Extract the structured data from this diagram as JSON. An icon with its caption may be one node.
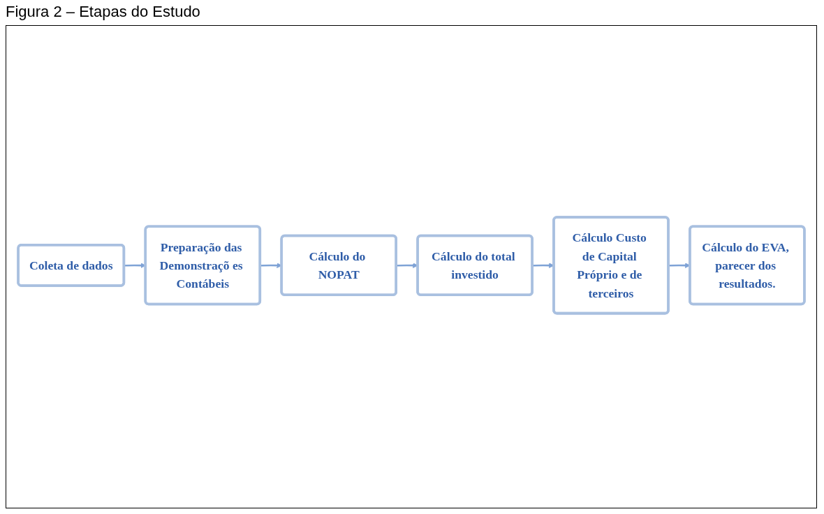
{
  "diagram": {
    "title": "Figura 2 – Etapas do Estudo",
    "nodes": [
      {
        "text": [
          "Coleta de dados"
        ]
      },
      {
        "text": [
          "Preparação das Demonstraçõ es Contábeis"
        ]
      },
      {
        "text": [
          "Cálculo do NOPAT"
        ]
      },
      {
        "text": [
          "Cálculo do total investido"
        ]
      },
      {
        "text": [
          "Cálculo Custo de Capital Próprio e de terceiros"
        ]
      },
      {
        "text": [
          "Cálculo do EVA, parecer dos resultados."
        ]
      }
    ],
    "edges": [
      {
        "from": 0,
        "to": 1,
        "arrow": "to"
      },
      {
        "from": 1,
        "to": 2,
        "arrow": "to"
      },
      {
        "from": 2,
        "to": 3,
        "arrow": "to"
      },
      {
        "from": 3,
        "to": 4,
        "arrow": "to"
      },
      {
        "from": 4,
        "to": 5,
        "arrow": "to"
      }
    ]
  }
}
